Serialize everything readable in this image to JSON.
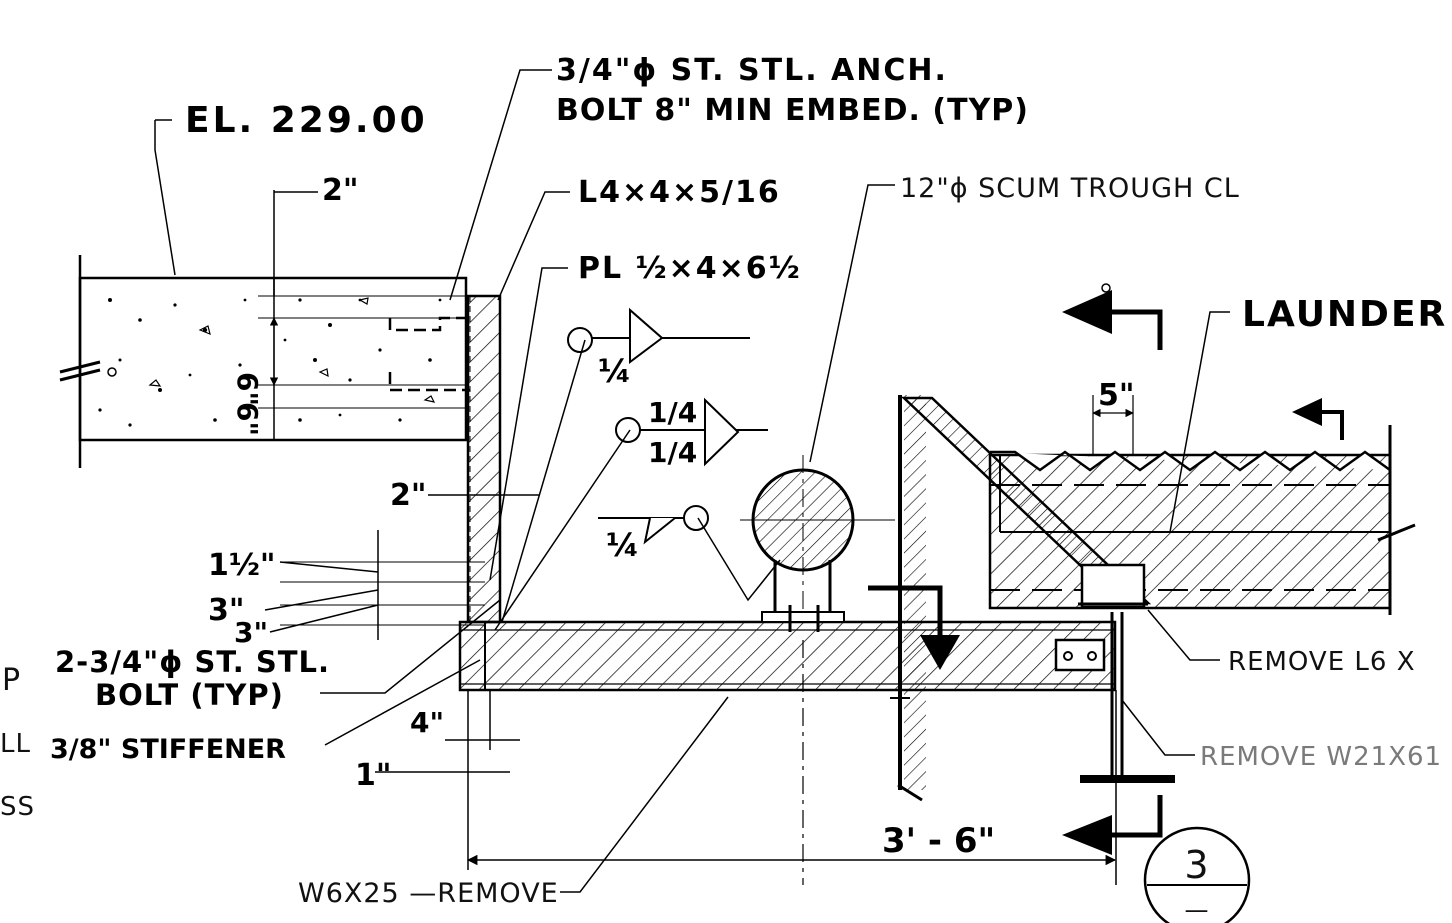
{
  "labels": {
    "elevation": "EL. 229.00",
    "dim_2_top": "2\"",
    "anchor_bolt_line1": "3/4\"ϕ ST. STL. ANCH.",
    "anchor_bolt_line2": "BOLT 8\" MIN EMBED. (TYP)",
    "angle": "L4×4×5/16",
    "plate": "PL ½×4×6½",
    "scum_trough": "12\"ϕ SCUM TROUGH CL",
    "launder": "LAUNDER",
    "dim_5": "5\"",
    "weld_quarter_1": "¼",
    "weld_quarter_top": "1/4",
    "weld_quarter_bot": "1/4",
    "weld_quarter_3": "¼",
    "dim_6a": "6\"",
    "dim_6b": "6\"",
    "dim_2_mid": "2\"",
    "dim_1_5": "1½\"",
    "dim_3a": "3\"",
    "dim_3b": "3\"",
    "bolt_line1": "2-3/4\"ϕ ST. STL.",
    "bolt_line2": "BOLT (TYP)",
    "stiffener": "3/8\" STIFFENER",
    "dim_4": "4\"",
    "dim_1": "1\"",
    "dim_3_6": "3' - 6\"",
    "remove_l6": "REMOVE L6 X",
    "remove_w21": "REMOVE W21X61",
    "w6_remove": "W6X25 —REMOVE",
    "cut_p": "P",
    "cut_ll": "LL",
    "cut_ss": "SS",
    "section_number": "3",
    "section_sub": "—"
  }
}
